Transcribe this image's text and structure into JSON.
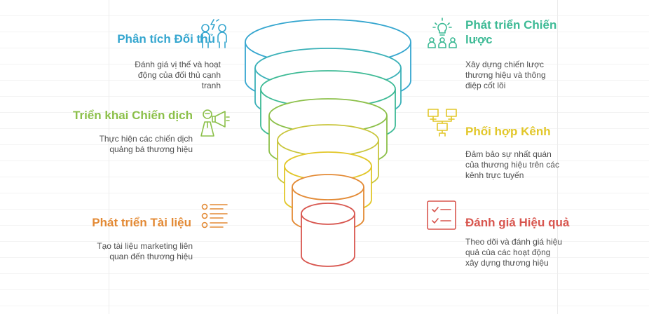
{
  "colors": {
    "blue": "#35a6cf",
    "teal": "#3dba95",
    "lightgreen": "#8cc04a",
    "yellow": "#e2c72a",
    "orange": "#e38a35",
    "red": "#d8564f"
  },
  "items": [
    {
      "side": "left",
      "title": "Phân tích Đối thủ",
      "desc": "Đánh giá vị thế và hoạt động của đối thủ cạnh tranh",
      "color": "#35a6cf",
      "icon": "people-idea-icon"
    },
    {
      "side": "left",
      "title": "Triển khai Chiến dịch",
      "desc": "Thực hiện các chiến dịch quảng bá thương hiệu",
      "color": "#8cc04a",
      "icon": "megaphone-person-icon"
    },
    {
      "side": "left",
      "title": "Phát triển Tài liệu",
      "desc": "Tạo tài liệu marketing liên quan đến thương hiệu",
      "color": "#e38a35",
      "icon": "document-list-icon"
    },
    {
      "side": "right",
      "title": "Phát triển Chiến lược",
      "desc": "Xây dựng chiến lược thương hiệu và thông điệp cốt lõi",
      "color": "#3dba95",
      "icon": "lightbulb-team-icon"
    },
    {
      "side": "right",
      "title": "Phối hợp Kênh",
      "desc": "Đảm bảo sự nhất quán của thương hiệu trên các kênh trực tuyến",
      "color": "#e2c72a",
      "icon": "network-screens-icon"
    },
    {
      "side": "right",
      "title": "Đánh giá Hiệu quả",
      "desc": "Theo dõi và đánh giá hiệu quả của các hoạt động xây dựng thương hiệu",
      "color": "#d8564f",
      "icon": "checklist-icon"
    }
  ],
  "funnel_colors": [
    "#35a6cf",
    "#3bb1b8",
    "#3dba95",
    "#8cc04a",
    "#c8c53a",
    "#e2c72a",
    "#e38a35",
    "#d8564f"
  ]
}
